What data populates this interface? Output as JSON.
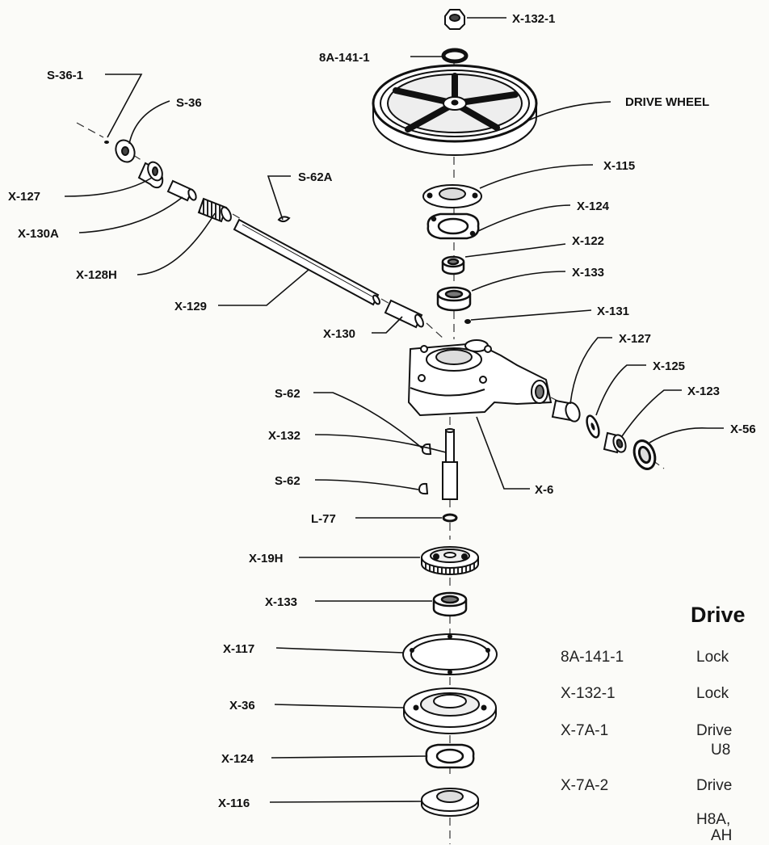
{
  "labels": {
    "x132_1": "X-132-1",
    "a141_1": "8A-141-1",
    "drive_wheel": "DRIVE WHEEL",
    "s36_1": "S-36-1",
    "s36": "S-36",
    "x127_top": "X-127",
    "x130a": "X-130A",
    "x128h": "X-128H",
    "s62a": "S-62A",
    "x129": "X-129",
    "x115": "X-115",
    "x124_top": "X-124",
    "x122": "X-122",
    "x133_top": "X-133",
    "x131": "X-131",
    "x130": "X-130",
    "x127_right": "X-127",
    "x125": "X-125",
    "x123": "X-123",
    "x56": "X-56",
    "s62_top": "S-62",
    "x132": "X-132",
    "s62_bottom": "S-62",
    "x6": "X-6",
    "l77": "L-77",
    "x19h": "X-19H",
    "x133_bottom": "X-133",
    "x117": "X-117",
    "x36": "X-36",
    "x124_bottom": "X-124",
    "x116": "X-116"
  },
  "legend": {
    "title": "Drive",
    "rows": [
      {
        "part": "8A-141-1",
        "desc": "Lock"
      },
      {
        "part": "X-132-1",
        "desc": "Lock"
      },
      {
        "part": "X-7A-1",
        "desc": "Drive",
        "sub": "U8"
      },
      {
        "part": "X-7A-2",
        "desc": "Drive"
      },
      {
        "part": "",
        "desc": "H8A,",
        "sub": "AH"
      }
    ]
  }
}
